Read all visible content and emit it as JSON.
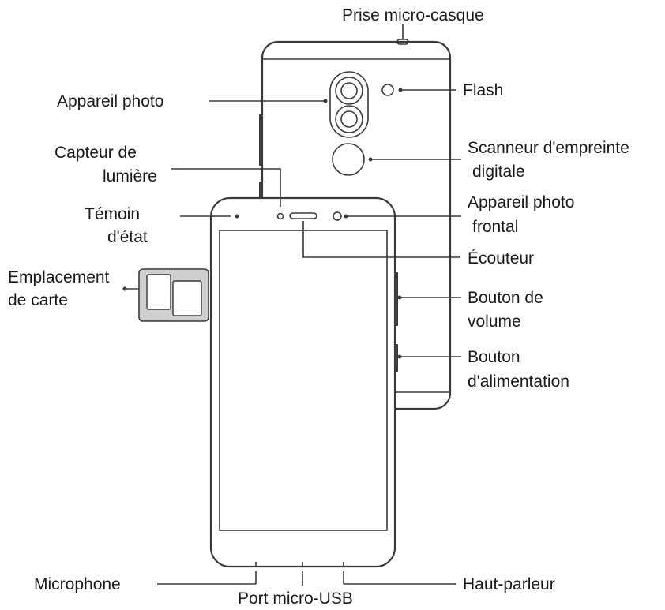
{
  "labels": {
    "headset_jack": "Prise micro-casque",
    "rear_camera": "Appareil photo",
    "flash": "Flash",
    "light_sensor_1": "Capteur de",
    "light_sensor_2": "lumière",
    "fingerprint_1": "Scanneur d'empreinte",
    "fingerprint_2": "digitale",
    "status_led_1": "Témoin",
    "status_led_2": "d'état",
    "front_camera_1": "Appareil photo",
    "front_camera_2": "frontal",
    "earpiece": "Écouteur",
    "card_slot_1": "Emplacement",
    "card_slot_2": "de carte",
    "volume_1": "Bouton de",
    "volume_2": "volume",
    "power_1": "Bouton",
    "power_2": "d'alimentation",
    "microphone": "Microphone",
    "usb_port": "Port micro-USB",
    "speaker": "Haut-parleur"
  },
  "colors": {
    "stroke": "#3a3a3a",
    "tray_fill": "#cfcfcf",
    "text": "#1a1a1a"
  }
}
